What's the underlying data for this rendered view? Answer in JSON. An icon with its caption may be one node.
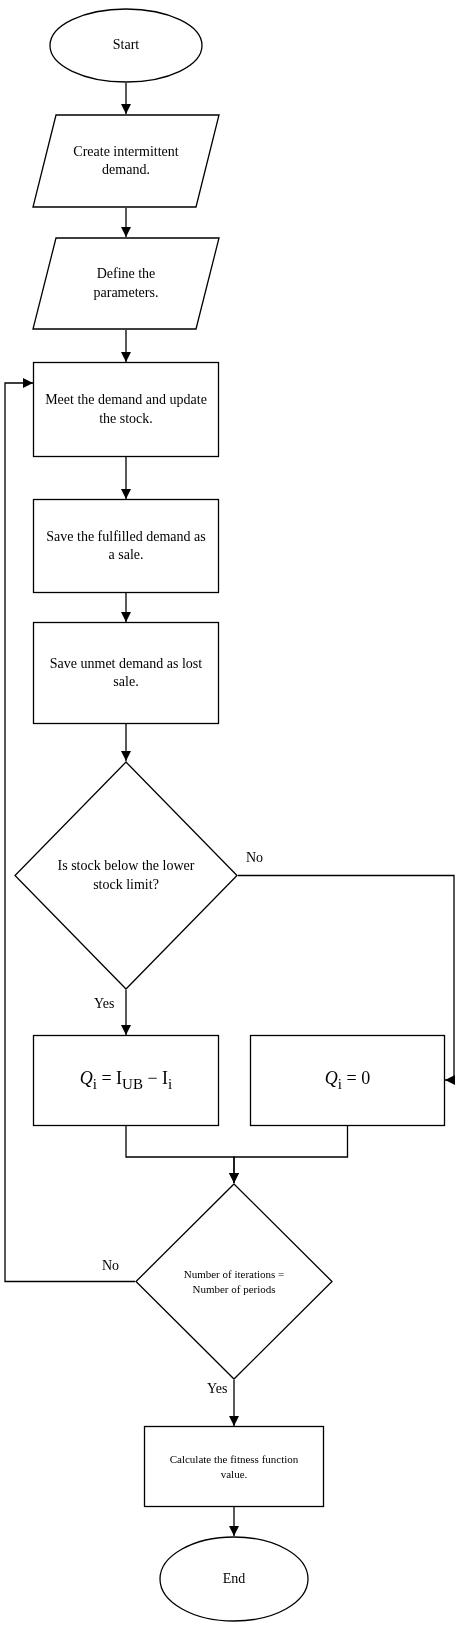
{
  "diagram": {
    "nodes": [
      {
        "text": [
          "Start"
        ]
      },
      {
        "text": [
          "Create intermittent demand."
        ]
      },
      {
        "text": [
          "Define the parameters."
        ]
      },
      {
        "text": [
          "Meet the demand and update the stock."
        ]
      },
      {
        "text": [
          "Save the fulfilled demand as a sale."
        ]
      },
      {
        "text": [
          "Save unmet demand as lost sale."
        ]
      },
      {
        "text": [
          "Is stock below the lower stock limit?"
        ]
      },
      {
        "text": [
          "*Q*$_{i}$ = I$_{UB}$ − I$_{i}$"
        ]
      },
      {
        "text": [
          "*Q*$_{i}$ = 0"
        ]
      },
      {
        "text": [
          "Number of iterations = Number of periods"
        ]
      },
      {
        "text": [
          "Calculate the fitness function value."
        ]
      },
      {
        "text": [
          "End"
        ]
      }
    ],
    "edges": [
      {
        "from": 0,
        "to": 1,
        "arrow": "to"
      },
      {
        "from": 1,
        "to": 2,
        "arrow": "to"
      },
      {
        "from": 2,
        "to": 3,
        "arrow": "to"
      },
      {
        "from": 3,
        "to": 4,
        "arrow": "to"
      },
      {
        "from": 4,
        "to": 5,
        "arrow": "to"
      },
      {
        "from": 5,
        "to": 6,
        "arrow": "to"
      },
      {
        "from": 6,
        "to": 7,
        "arrow": "to",
        "label": "Yes"
      },
      {
        "from": 6,
        "to": 8,
        "arrow": "to",
        "label": "No"
      },
      {
        "from": 7,
        "to": 9,
        "arrow": "to"
      },
      {
        "from": 8,
        "to": 9,
        "arrow": "to"
      },
      {
        "from": 9,
        "to": 3,
        "arrow": "to",
        "label": "No"
      },
      {
        "from": 9,
        "to": 10,
        "arrow": "to",
        "label": "Yes"
      },
      {
        "from": 10,
        "to": 11,
        "arrow": "to"
      }
    ]
  }
}
